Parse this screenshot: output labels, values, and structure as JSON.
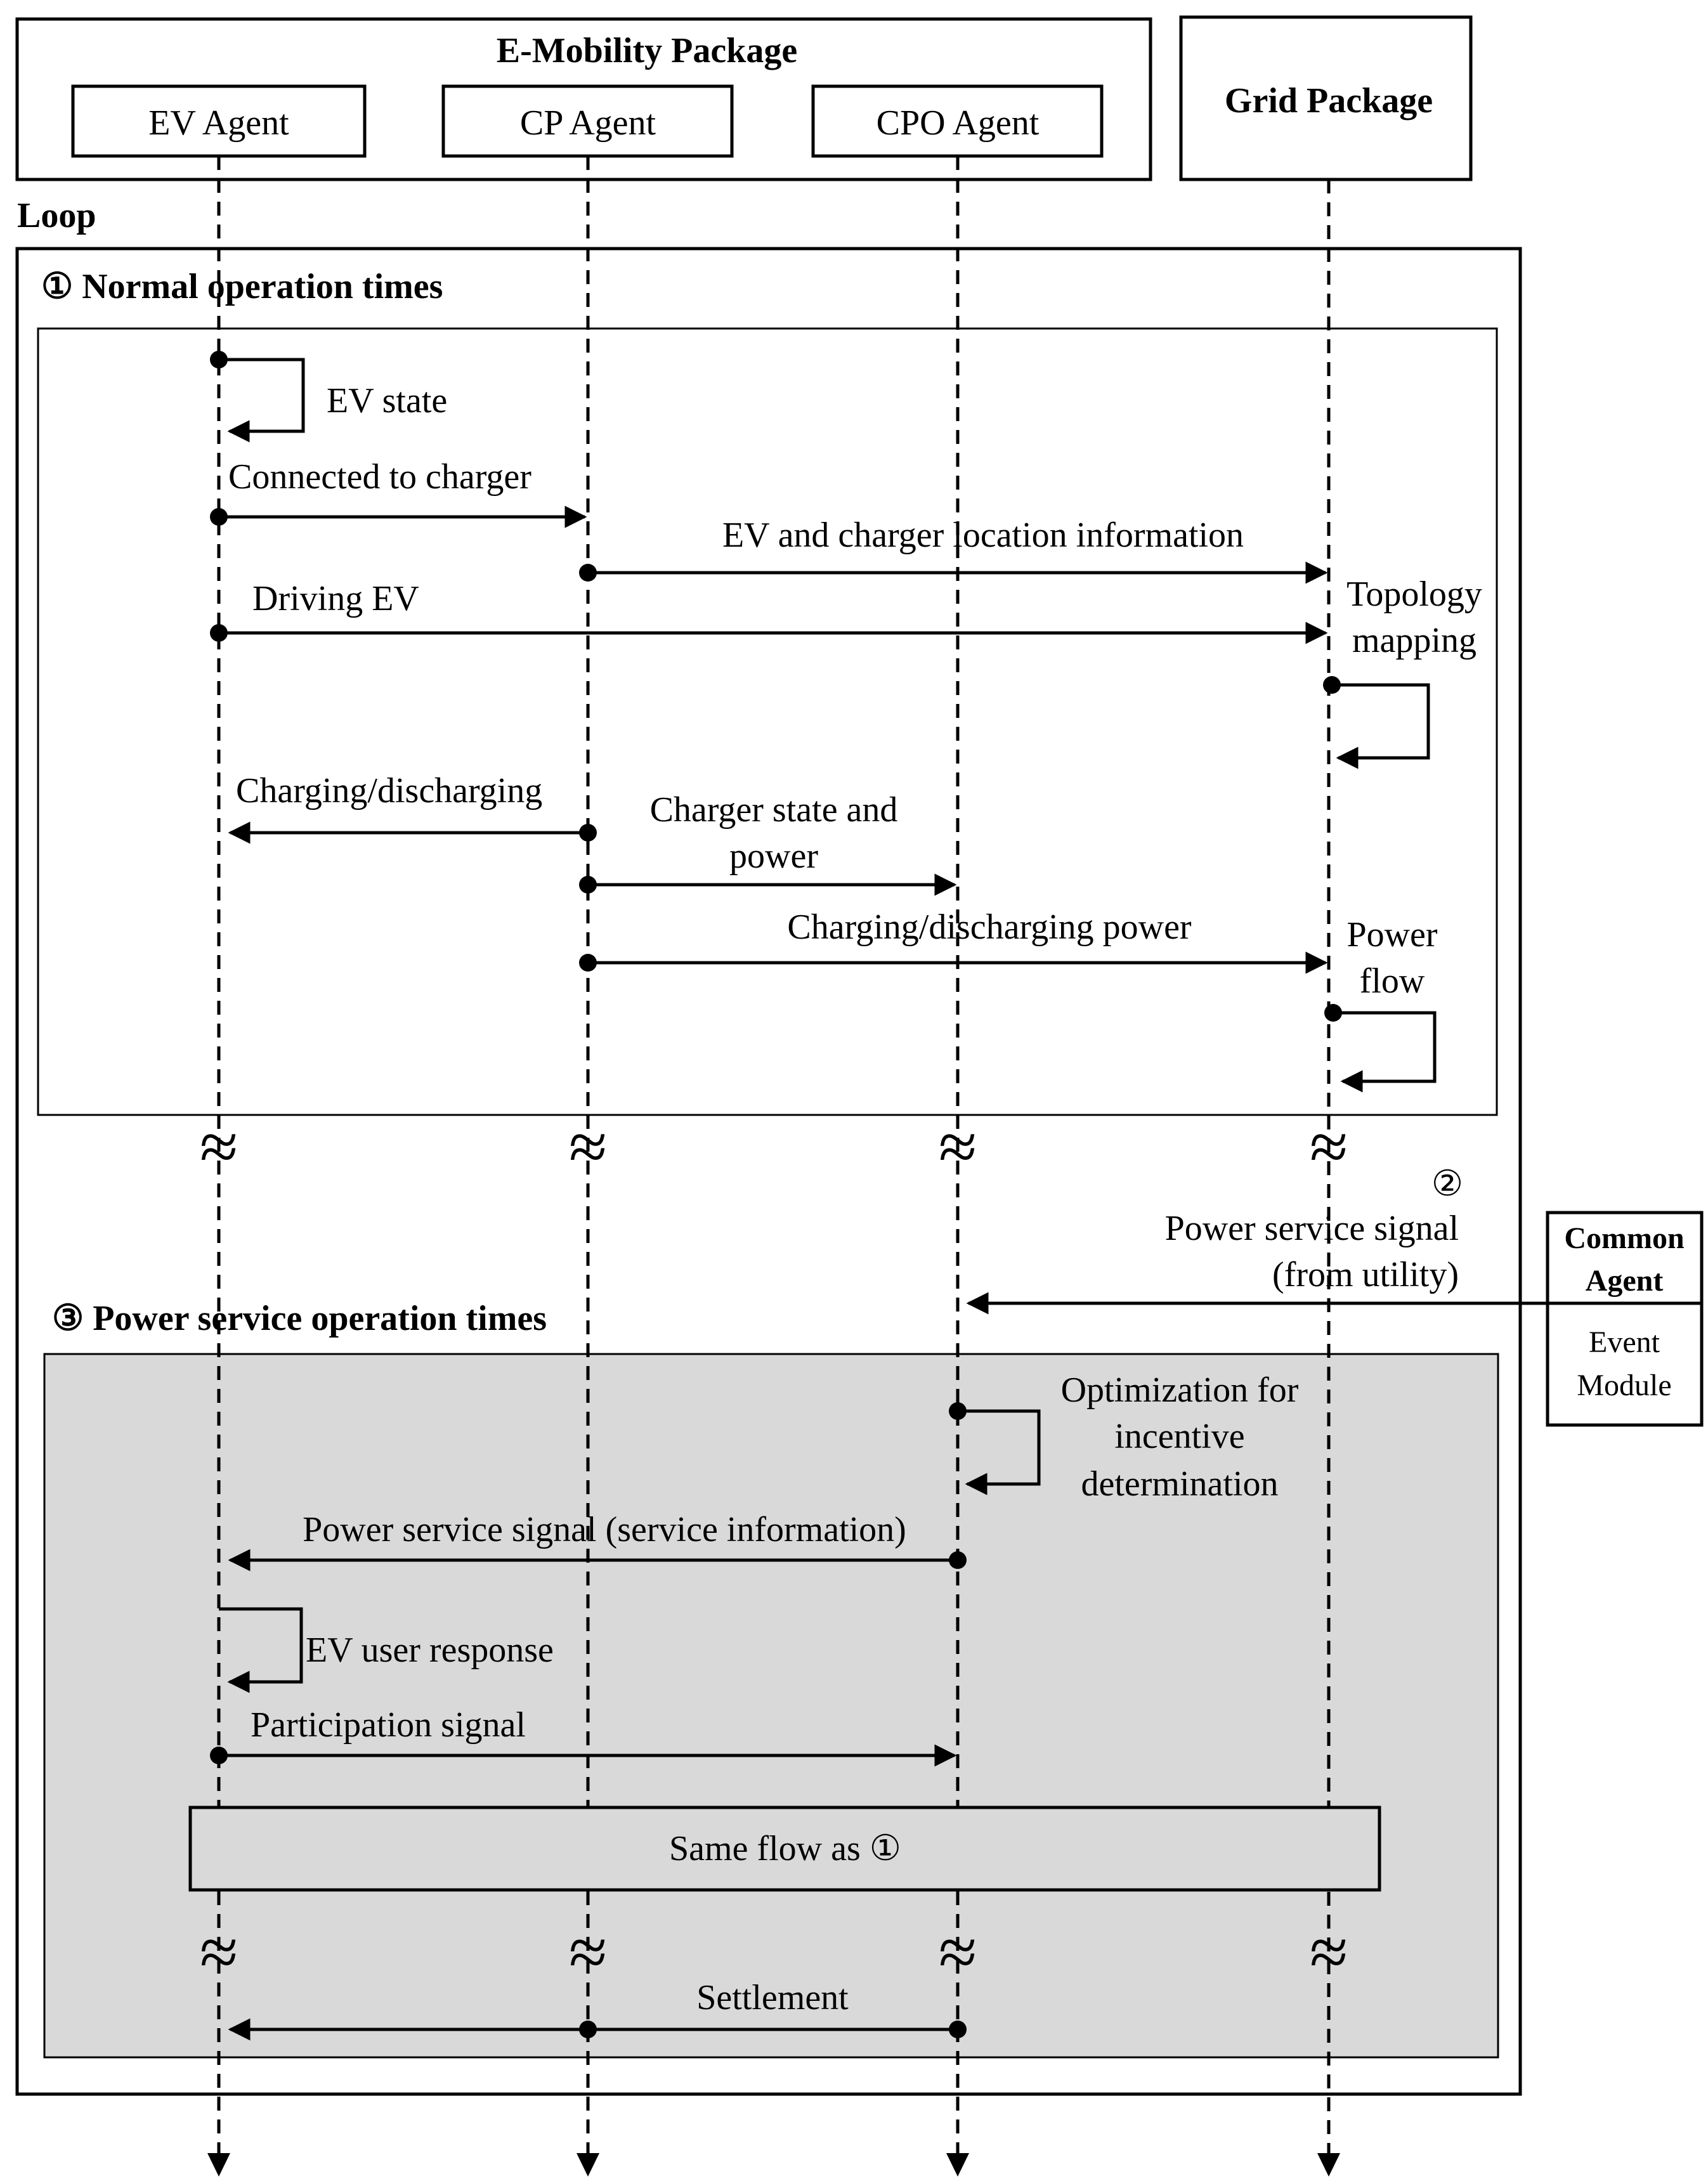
{
  "emobility_package": {
    "title": "E-Mobility Package"
  },
  "grid_package": {
    "title": "Grid Package"
  },
  "agents": {
    "ev": "EV Agent",
    "cp": "CP Agent",
    "cpo": "CPO Agent"
  },
  "loop_label": "Loop",
  "normal": {
    "title": "① Normal operation times",
    "ev_state": "EV state",
    "connected": "Connected to charger",
    "location": "EV and charger location information",
    "driving": "Driving  EV",
    "topology_1": "Topology",
    "topology_2": "mapping",
    "charging": "Charging/discharging",
    "charger_state_1": "Charger state and",
    "charger_state_2": "power",
    "charging_power": "Charging/discharging  power",
    "power_flow_1": "Power",
    "power_flow_2": "flow"
  },
  "signal": {
    "marker": "②",
    "line1": "Power service signal",
    "line2": "(from utility)"
  },
  "common_agent": {
    "title_1": "Common",
    "title_2": "Agent",
    "module_1": "Event",
    "module_2": "Module"
  },
  "service": {
    "title": "③ Power service operation times",
    "opt_1": "Optimization  for",
    "opt_2": "incentive",
    "opt_3": "determination",
    "service_signal": "Power service signal (service information)",
    "user_response": "EV user response",
    "participation": "Participation  signal",
    "same_flow": "Same flow as ①",
    "settlement": "Settlement"
  },
  "break_symbol": "≈"
}
